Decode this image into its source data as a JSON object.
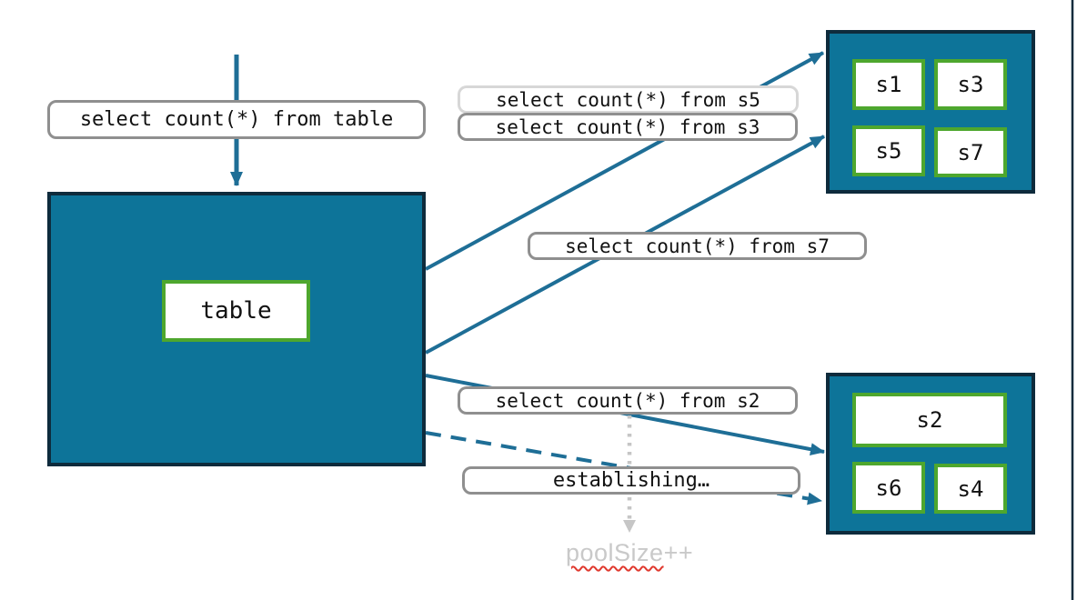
{
  "table_box": {
    "label": "table"
  },
  "query_labels": {
    "from_table": "select count(*) from table",
    "from_s5": "select count(*) from s5",
    "from_s3": "select count(*) from s3",
    "from_s7": "select count(*) from s7",
    "from_s2": "select count(*) from s2",
    "establishing": "establishing…"
  },
  "shard_group_top": {
    "shards": [
      "s1",
      "s3",
      "s5",
      "s7"
    ]
  },
  "shard_group_bottom": {
    "wide_shard": "s2",
    "shards": [
      "s6",
      "s4"
    ]
  },
  "pool_note": {
    "word": "poolSize",
    "suffix": "++"
  },
  "colors": {
    "node_fill": "#0D7499",
    "node_border": "#0E2B3C",
    "arrow_teal": "#1E6E96",
    "chip_green": "#4EA72E",
    "label_border": "#8F8F8F",
    "label_border_light": "#D7D7D7",
    "muted_gray": "#C9C9C9",
    "dotted_gray": "#C6C6C6",
    "squiggle_red": "#E0392E"
  }
}
